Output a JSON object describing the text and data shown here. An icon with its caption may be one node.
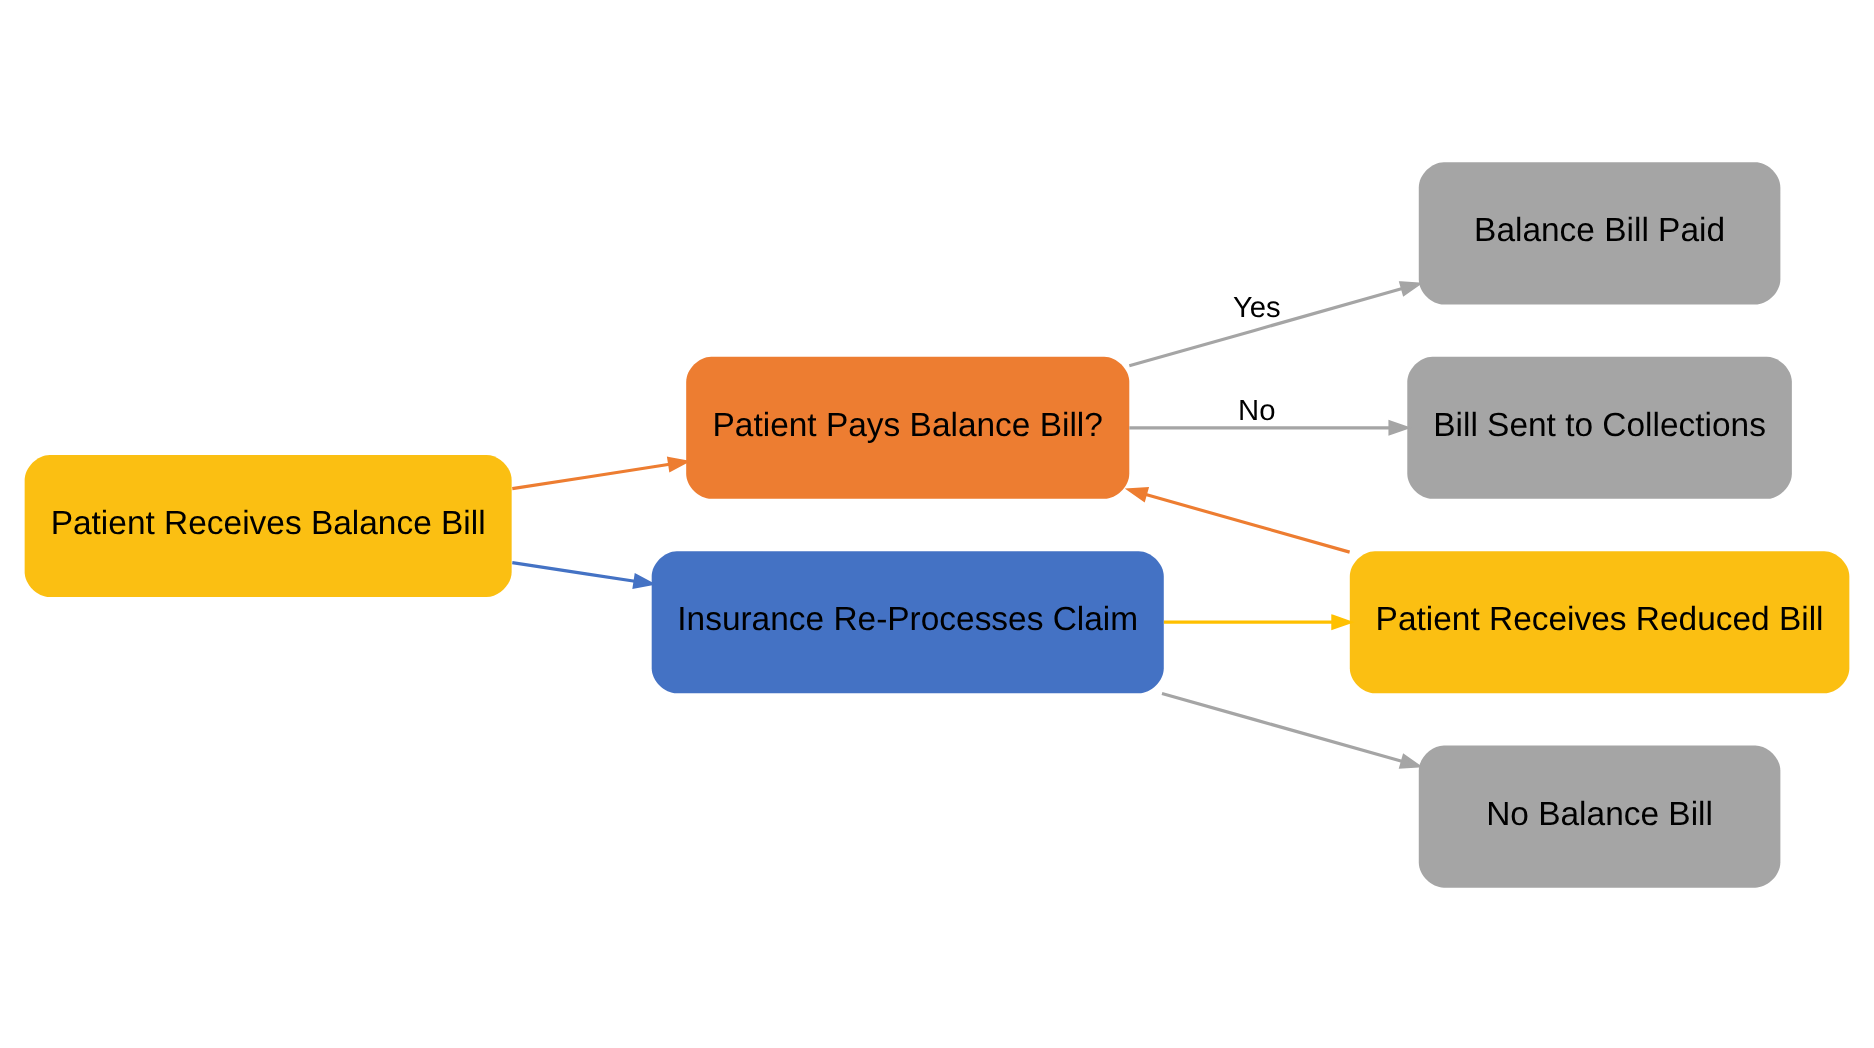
{
  "diagram": {
    "nodes": [
      {
        "text": [
          "Patient Receives Balance Bill"
        ]
      },
      {
        "text": [
          "Patient Pays Balance Bill?"
        ]
      },
      {
        "text": [
          "Insurance Re-Processes Claim"
        ]
      },
      {
        "text": [
          "Balance Bill Paid"
        ]
      },
      {
        "text": [
          "Bill Sent to Collections"
        ]
      },
      {
        "text": [
          "Patient Receives Reduced Bill"
        ]
      },
      {
        "text": [
          "No Balance Bill"
        ]
      }
    ],
    "edges": [
      {
        "from": 0,
        "to": 1,
        "arrow": "to",
        "color": "#ed7d31"
      },
      {
        "from": 0,
        "to": 2,
        "arrow": "to",
        "color": "#4472c4"
      },
      {
        "from": 1,
        "to": 3,
        "arrow": "to",
        "label": "Yes"
      },
      {
        "from": 1,
        "to": 4,
        "arrow": "to",
        "label": "No"
      },
      {
        "from": 2,
        "to": 5,
        "arrow": "to",
        "color": "#ffc000"
      },
      {
        "from": 2,
        "to": 6,
        "arrow": "to"
      },
      {
        "from": 5,
        "to": 1,
        "arrow": "to",
        "color": "#ed7d31"
      }
    ]
  }
}
